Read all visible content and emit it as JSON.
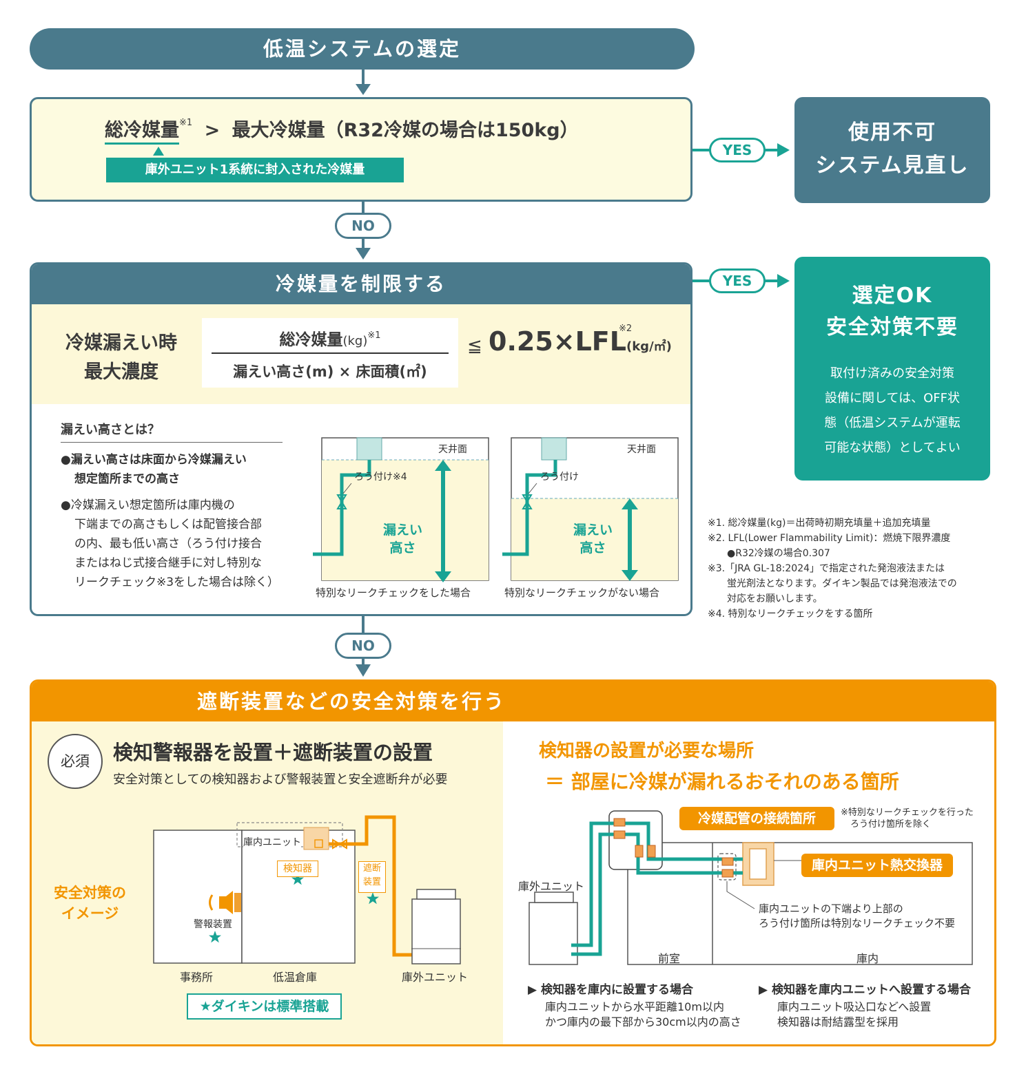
{
  "title": "低温システムの選定",
  "step1": {
    "lhs": "総冷媒量",
    "lhs_mark": "※1",
    "operator": ">",
    "rhs": "最大冷媒量（R32冷媒の場合は150kg）",
    "tag": "庫外ユニット1系統に封入された冷媒量",
    "yes": "YES",
    "no": "NO",
    "result": [
      "使用不可",
      "システム見直し"
    ]
  },
  "step2": {
    "header": "冷媒量を制限する",
    "label": [
      "冷媒漏えい時",
      "最大濃度"
    ],
    "numerator": "総冷媒量",
    "numerator_unit": "(kg)",
    "numerator_mark": "※1",
    "denominator": "漏えい高さ(m) × 床面積(㎡)",
    "inequality": "≦",
    "value": "0.25×LFL",
    "value_mark": "※2",
    "value_unit": "(kg/㎡)",
    "yes": "YES",
    "no": "NO",
    "result_title": [
      "選定OK",
      "安全対策不要"
    ],
    "result_body": [
      "取付け済みの安全対策",
      "設備に関しては、OFF状",
      "態（低温システムが運転",
      "可能な状態）としてよい"
    ],
    "leak_heading": "漏えい高さとは？",
    "leak_bullet1": [
      "●漏えい高さは床面から冷媒漏えい",
      "想定箇所までの高さ"
    ],
    "leak_bullet2": [
      "●冷媒漏えい想定箇所は庫内機の",
      "下端までの高さもしくは配管接合部",
      "の内、最も低い高さ（ろう付け接合",
      "またはねじ式接合継手に対し特別な",
      "リークチェック※3をした場合は除く）"
    ],
    "diagram_a": {
      "ceiling": "天井面",
      "brazing": "ろう付け※4",
      "height": [
        "漏えい",
        "高さ"
      ],
      "caption": "特別なリークチェックをした場合"
    },
    "diagram_b": {
      "ceiling": "天井面",
      "brazing": "ろう付け",
      "height": [
        "漏えい",
        "高さ"
      ],
      "caption": "特別なリークチェックがない場合"
    }
  },
  "notes": [
    "※1. 総冷媒量(kg)＝出荷時初期充填量＋追加充填量",
    "※2. LFL(Lower Flammability Limit)：燃焼下限界濃度",
    "　　●R32冷媒の場合0.307",
    "※3.「JRA GL-18:2024」で指定された発泡液法または",
    "　　蛍光剤法となります。ダイキン製品では発泡液法での",
    "　　対応をお願いします。",
    "※4. 特別なリークチェックをする箇所"
  ],
  "step3": {
    "header": "遮断装置などの安全対策を行う",
    "required": "必須",
    "main": "検知警報器を設置＋遮断装置の設置",
    "sub": "安全対策としての検知器および警報装置と安全遮断弁が必要",
    "image_label": [
      "安全対策の",
      "イメージ"
    ],
    "office": "事務所",
    "warehouse": "低温倉庫",
    "outdoor": "庫外ユニット",
    "indoor_unit": "庫内ユニット",
    "detector": "検知器",
    "shutoff": [
      "遮断",
      "装置"
    ],
    "alarm": "警報装置",
    "standard": "★ダイキンは標準搭載",
    "place_title1": "検知器の設置が必要な場所",
    "place_title2": "＝ 部屋に冷媒が漏れるおそれのある箇所",
    "joint_tag": "冷媒配管の接続箇所",
    "joint_note": [
      "※特別なリークチェックを行った",
      "ろう付け箇所を除く"
    ],
    "hex_tag": "庫内ユニット熱交換器",
    "r_outdoor": "庫外ユニット",
    "below_note": [
      "庫内ユニットの下端より上部の",
      "ろう付け箇所は特別なリークチェック不要"
    ],
    "anteroom": "前室",
    "inside": "庫内",
    "caseA_title": "▶ 検知器を庫内に設置する場合",
    "caseA_body": [
      "庫内ユニットから水平距離10m以内",
      "かつ庫内の最下部から30cm以内の高さ"
    ],
    "caseB_title": "▶ 検知器を庫内ユニットへ設置する場合",
    "caseB_body": [
      "庫内ユニット吸込口などへ設置",
      "検知器は耐結露型を採用"
    ]
  },
  "colors": {
    "navy": "#4a7a8c",
    "teal": "#19a394",
    "orange": "#f29500",
    "cream": "#fdf8d8"
  }
}
